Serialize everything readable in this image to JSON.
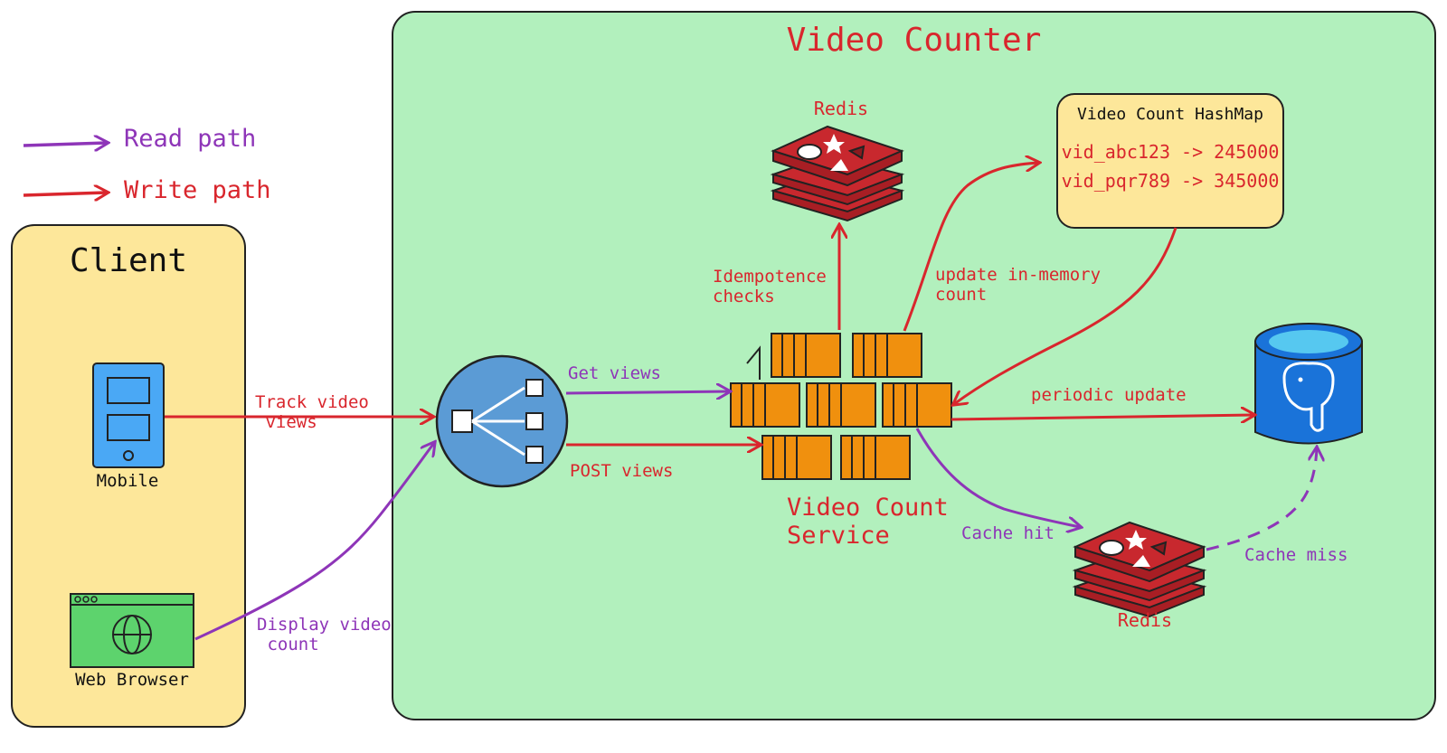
{
  "legend": {
    "read_label": "Read path",
    "write_label": "Write path"
  },
  "client": {
    "title": "Client",
    "mobile_label": "Mobile",
    "browser_label": "Web Browser"
  },
  "counter": {
    "title": "Video Counter",
    "service_label": "Video Count\nService",
    "redis_top_label": "Redis",
    "redis_bottom_label": "Redis",
    "hashmap": {
      "title": "Video Count HashMap",
      "entries": [
        "vid_abc123 -> 245000",
        "vid_pqr789 -> 345000"
      ]
    }
  },
  "edges": {
    "track": "Track video\n views",
    "display": "Display video\n count",
    "get": "Get views",
    "post": "POST views",
    "idempotence": "Idempotence\nchecks",
    "update": "update in-memory\ncount",
    "periodic": "periodic update",
    "cache_hit": "Cache hit",
    "cache_miss": "Cache miss"
  },
  "colors": {
    "read": "#8e35b8",
    "write": "#d9262d",
    "client_bg": "#fde79a",
    "counter_bg": "#b2f0bd",
    "service_box": "#f0900e",
    "redis": "#c8282e",
    "load_balancer": "#5b9bd5",
    "database": "#1a73d9",
    "mobile": "#4aa8f5",
    "browser": "#5dd36d"
  },
  "icons": {
    "mobile": "mobile-phone-icon",
    "browser": "web-browser-icon",
    "load_balancer": "load-balancer-icon",
    "service": "container-cluster-icon",
    "redis": "redis-icon",
    "database": "postgres-database-icon"
  }
}
